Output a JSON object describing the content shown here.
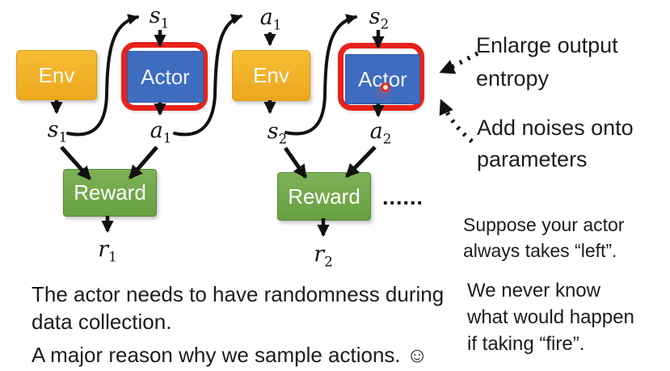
{
  "diagram": {
    "env1": {
      "label": "Env"
    },
    "actor1": {
      "label": "Actor"
    },
    "env2": {
      "label": "Env"
    },
    "actor2": {
      "label": "Actor"
    },
    "reward1": {
      "label": "Reward"
    },
    "reward2": {
      "label": "Reward"
    },
    "ellipsis": "......",
    "labels": {
      "s1_top": {
        "base": "s",
        "sub": "1"
      },
      "a1_top": {
        "base": "a",
        "sub": "1"
      },
      "s2_top": {
        "base": "s",
        "sub": "2"
      },
      "s1_out": {
        "base": "s",
        "sub": "1"
      },
      "a1_out": {
        "base": "a",
        "sub": "1"
      },
      "s2_out": {
        "base": "s",
        "sub": "2"
      },
      "a2_out": {
        "base": "a",
        "sub": "2"
      },
      "r1": {
        "base": "r",
        "sub": "1"
      },
      "r2": {
        "base": "r",
        "sub": "2"
      }
    },
    "colors": {
      "env_box": "#F0B12A",
      "actor_box": "#3E6CBF",
      "reward_box": "#71A74B",
      "highlight_outline": "#E8211A",
      "arrow": "#111111",
      "laser_dot": "#E8211A"
    }
  },
  "annotations": {
    "enlarge_entropy": [
      "Enlarge output",
      "entropy"
    ],
    "add_noises": [
      "Add noises onto",
      "parameters"
    ]
  },
  "notes": {
    "randomness": [
      "The actor needs to have randomness during",
      "data collection."
    ],
    "sample_reason": "A major reason why we sample actions. ☺",
    "suppose": [
      "Suppose your actor",
      "always takes “left”."
    ],
    "never_know": [
      "We never know",
      "what would happen",
      "if taking “fire”."
    ]
  }
}
